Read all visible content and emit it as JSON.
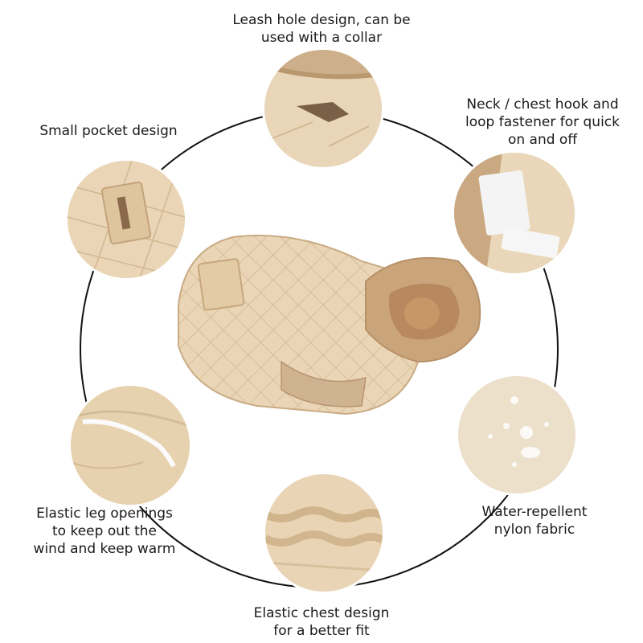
{
  "features": {
    "leash": {
      "lines": [
        "Leash hole design, can be",
        "used with a collar"
      ],
      "icon": "leash-hole-photo"
    },
    "hook": {
      "lines": [
        "Neck / chest hook and",
        "loop fastener for quick",
        "on and off"
      ],
      "icon": "hook-loop-photo"
    },
    "pocket": {
      "lines": [
        "Small pocket design"
      ],
      "icon": "pocket-photo"
    },
    "water": {
      "lines": [
        "Water-repellent",
        "nylon fabric"
      ],
      "icon": "water-drops-photo"
    },
    "leg": {
      "lines": [
        "Elastic leg openings",
        "to keep out the",
        "wind and keep warm"
      ],
      "icon": "elastic-leg-photo"
    },
    "chest": {
      "lines": [
        "Elastic chest design",
        "for a better fit"
      ],
      "icon": "elastic-chest-photo"
    }
  },
  "colors": {
    "fabric": "#e8d2b0",
    "trim": "#cdb08c",
    "ring": "#111111"
  }
}
